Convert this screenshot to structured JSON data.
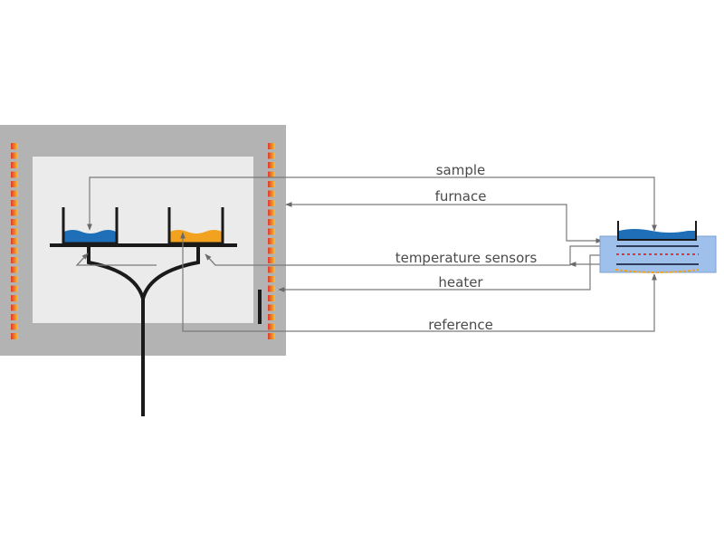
{
  "diagram": {
    "title": "Differential scanning calorimeter schematic",
    "labels": {
      "sample": "sample",
      "furnace": "furnace",
      "temperature_sensors": "temperature sensors",
      "heater": "heater",
      "reference": "reference"
    },
    "colors": {
      "furnace_wall": "#b3b3b3",
      "furnace_chamber": "#ebebeb",
      "sample_liquid": "#1f6fb8",
      "reference_liquid": "#f2a21f",
      "heater_dot_inner": "#e0382a",
      "heater_dot_outer": "#f7c530",
      "detail_box": "#9ec0ea",
      "leader_line": "#7a7a7a",
      "structure": "#1a1a1a"
    },
    "heater_dot_count_per_side": 21
  }
}
